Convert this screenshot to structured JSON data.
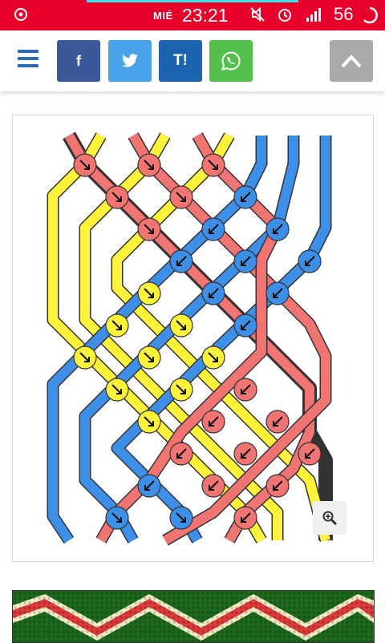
{
  "status_bar": {
    "day": "MIÉ",
    "time": "23:21",
    "battery": "56"
  },
  "toolbar": {
    "menu_icon": "hamburger-menu-icon",
    "facebook_label": "f",
    "twitter_icon": "twitter-bird-icon",
    "tuenti_label": "T!",
    "whatsapp_icon": "whatsapp-icon",
    "scroll_top_icon": "chevron-up-icon"
  },
  "colors": {
    "status_bar": "#e8002a",
    "blue_thread": "#3d8fe8",
    "pink_thread": "#f07472",
    "yellow_thread": "#fff23a",
    "bracelet_green": "#1d6a1d",
    "bracelet_red": "#e03a3a",
    "bracelet_cream": "#f6efc9"
  },
  "pattern": {
    "knot_icon": "forward-knot-arrow-icon",
    "zoom_icon": "zoom-in-icon"
  }
}
